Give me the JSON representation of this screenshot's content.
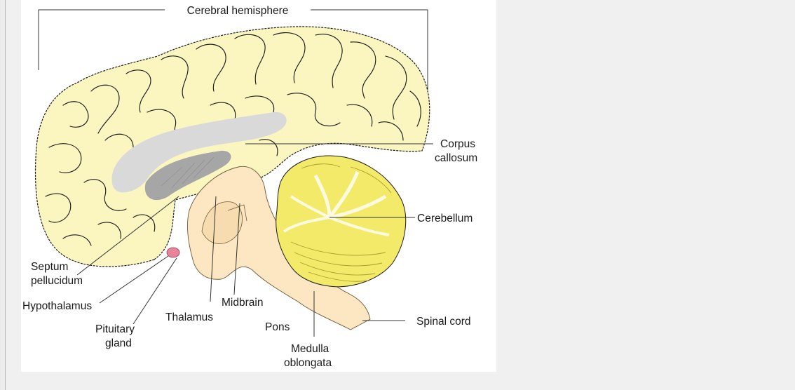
{
  "diagram": {
    "labels": {
      "cerebral_hemisphere": "Cerebral hemisphere",
      "corpus_callosum": [
        "Corpus",
        "callosum"
      ],
      "cerebellum": "Cerebellum",
      "septum_pellucidum": [
        "Septum",
        "pellucidum"
      ],
      "hypothalamus": "Hypothalamus",
      "pituitary_gland": [
        "Pituitary",
        "gland"
      ],
      "thalamus": "Thalamus",
      "midbrain": "Midbrain",
      "pons": "Pons",
      "medulla_oblongata": [
        "Medulla",
        "oblongata"
      ],
      "spinal_cord": "Spinal cord"
    },
    "colors": {
      "cerebrum": "#fbf6c0",
      "brainstem": "#fde6c2",
      "corpus_callosum": "#d9d9d9",
      "septum": "#a6a6a6",
      "cerebellum": "#f3ea6a",
      "pituitary": "#e8839a"
    }
  }
}
